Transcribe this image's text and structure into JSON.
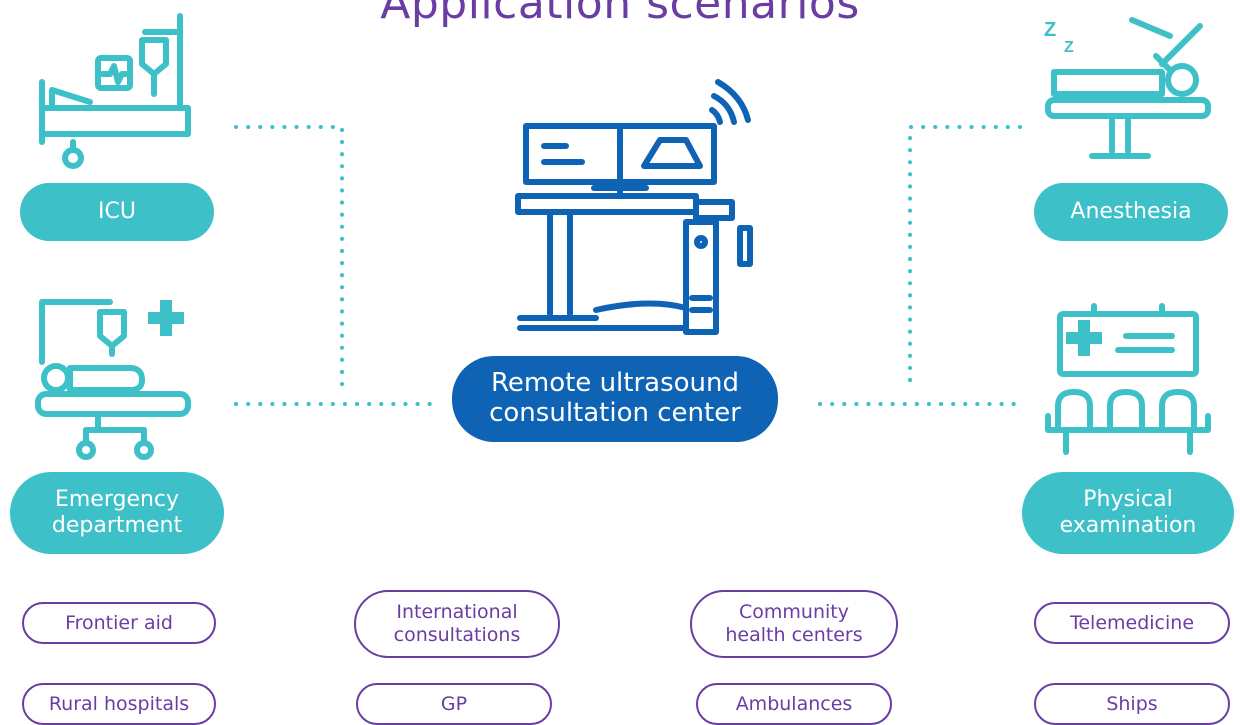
{
  "title": "Application scenarios",
  "center": {
    "label": "Remote ultrasound\nconsultation center"
  },
  "scenarios": {
    "icu": "ICU",
    "emergency": "Emergency\ndepartment",
    "anesthesia": "Anesthesia",
    "physical": "Physical\nexamination"
  },
  "tags": {
    "frontier": "Frontier aid",
    "international": "International\nconsultations",
    "community": "Community\nhealth centers",
    "telemedicine": "Telemedicine",
    "rural": "Rural hospitals",
    "gp": "GP",
    "ambulances": "Ambulances",
    "ships": "Ships"
  },
  "colors": {
    "teal": "#3ec0c9",
    "blue": "#0e63b4",
    "purple": "#6a3da3"
  },
  "icons": [
    "icu-bed-monitor-icon",
    "emergency-bed-icon",
    "anesthesia-icon",
    "waiting-room-icon",
    "ultrasound-machine-icon"
  ]
}
